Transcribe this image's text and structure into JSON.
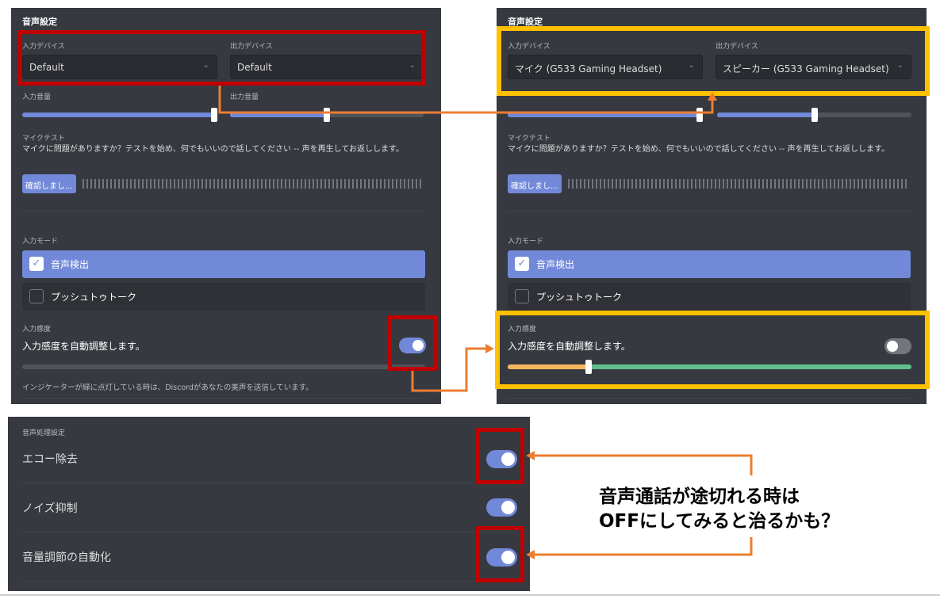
{
  "before": {
    "title": "音声設定",
    "input_device_label": "入力デバイス",
    "output_device_label": "出力デバイス",
    "input_device": "Default",
    "output_device": "Default",
    "input_volume_label": "入力音量",
    "output_volume_label": "出力音量",
    "input_volume_pct": 100,
    "output_volume_pct": 50,
    "mic_test_label": "マイクテスト",
    "mic_test_desc": "マイクに問題がありますか？テストを始め、何でもいいので話してください -- 声を再生してお返しします。",
    "mic_test_button": "確認しまし...",
    "input_mode_label": "入力モード",
    "modes": [
      {
        "label": "音声検出",
        "checked": true
      },
      {
        "label": "プッシュトゥトーク",
        "checked": false
      }
    ],
    "sensitivity_label": "入力感度",
    "auto_sensitivity": "入力感度を自動調整します。",
    "auto_sensitivity_on": true,
    "indicator_desc": "インジケーターが緑に点灯している時は、Discordがあなたの美声を送信しています。"
  },
  "after": {
    "title": "音声設定",
    "input_device_label": "入力デバイス",
    "output_device_label": "出力デバイス",
    "input_device": "マイク (G533 Gaming Headset)",
    "output_device": "スピーカー (G533 Gaming Headset)",
    "input_volume_pct": 100,
    "output_volume_pct": 50,
    "mic_test_label": "マイクテスト",
    "mic_test_desc": "マイクに問題がありますか？テストを始め、何でもいいので話してください -- 声を再生してお返しします。",
    "mic_test_button": "確認しまし...",
    "input_mode_label": "入力モード",
    "modes": [
      {
        "label": "音声検出",
        "checked": true
      },
      {
        "label": "プッシュトゥトーク",
        "checked": false
      }
    ],
    "sensitivity_label": "入力感度",
    "auto_sensitivity": "入力感度を自動調整します。",
    "auto_sensitivity_on": false,
    "sensitivity_pct": 20
  },
  "processing": {
    "label": "音声処理設定",
    "rows": [
      {
        "label": "エコー除去",
        "on": true
      },
      {
        "label": "ノイズ抑制",
        "on": true
      },
      {
        "label": "音量調節の自動化",
        "on": true
      }
    ]
  },
  "annotation": {
    "line1": "音声通話が途切れる時は",
    "line2": "OFFにしてみると治るかも？"
  },
  "colors": {
    "accent": "#7289da",
    "highlight_red": "#c00000",
    "highlight_yellow": "#ffc000",
    "arrow": "#ed7d31",
    "sens_low": "#f8b75e",
    "sens_high": "#5fbf8f"
  }
}
